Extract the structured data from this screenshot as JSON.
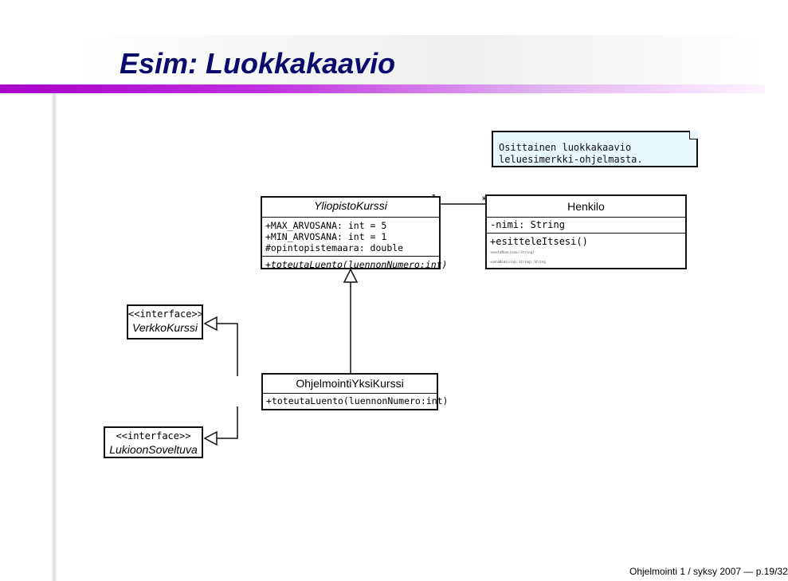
{
  "slide": {
    "title": "Esim: Luokkakaavio",
    "footer": "Ohjelmointi 1 / syksy 2007 — p.19/32"
  },
  "note": {
    "text": "Osittainen luokkakaavio leluesimerkki-ohjelmasta."
  },
  "classes": {
    "yliopistokurssi": {
      "name": "YliopistoKurssi",
      "attributes": [
        "+MAX_ARVOSANA: int = 5",
        "+MIN_ARVOSANA: int = 1",
        "#opintopistemaara: double"
      ],
      "operations": [
        "+toteutaLuento(luennonNumero:int)"
      ]
    },
    "henkilo": {
      "name": "Henkilo",
      "attributes": [
        "-nimi: String"
      ],
      "operations": [
        "+esitteleItsesi()"
      ],
      "small_text": [
        "+asetaNimi(nimi:String)",
        "+annaNimi(nimi:String):String"
      ]
    },
    "ohjelmointiyksikurssi": {
      "name": "OhjelmointiYksiKurssi",
      "operations": [
        "+toteutaLuento(luennonNumero:int)"
      ]
    }
  },
  "interfaces": {
    "verkkokurssi": {
      "stereotype": "<<interface>>",
      "name": "VerkkoKurssi"
    },
    "lukioonsoveltuva": {
      "stereotype": "<<interface>>",
      "name": "LukioonSoveltuva"
    }
  },
  "association": {
    "multiplicity_left": "1",
    "multiplicity_right": "*"
  }
}
